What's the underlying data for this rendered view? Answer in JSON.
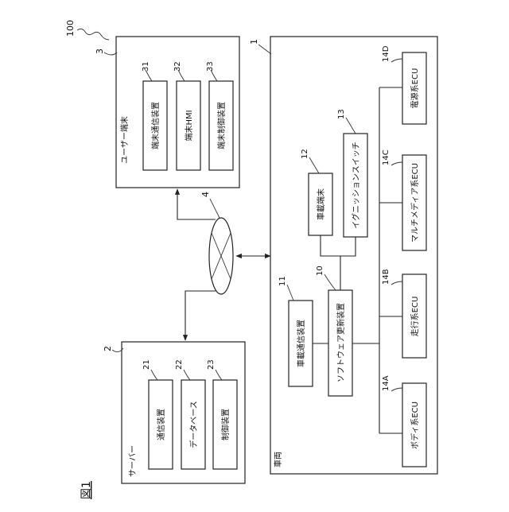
{
  "figure": {
    "label": "図1",
    "ref_number": "100"
  },
  "user_terminal": {
    "number": "3",
    "title": "ユーザー端末",
    "items": [
      {
        "number": "31",
        "label": "端末通信装置"
      },
      {
        "number": "32",
        "label": "端末HMI"
      },
      {
        "number": "33",
        "label": "端末制御装置"
      }
    ]
  },
  "network": {
    "number": "4"
  },
  "server": {
    "number": "2",
    "title": "サーバー",
    "items": [
      {
        "number": "21",
        "label": "通信装置"
      },
      {
        "number": "22",
        "label": "データベース"
      },
      {
        "number": "23",
        "label": "制御装置"
      }
    ]
  },
  "vehicle": {
    "number": "1",
    "title": "車両",
    "software_updater": {
      "number": "10",
      "label": "ソフトウェア更新装置"
    },
    "comm_device": {
      "number": "11",
      "label": "車載通信装置"
    },
    "onboard_terminal": {
      "number": "12",
      "label": "車載端末"
    },
    "ignition_switch": {
      "number": "13",
      "label": "イグニッションスイッチ"
    },
    "ecus": [
      {
        "number": "14A",
        "label": "ボディ系ECU"
      },
      {
        "number": "14B",
        "label": "走行系ECU"
      },
      {
        "number": "14C",
        "label": "マルチメディア系ECU"
      },
      {
        "number": "14D",
        "label": "電源系ECU"
      }
    ]
  }
}
